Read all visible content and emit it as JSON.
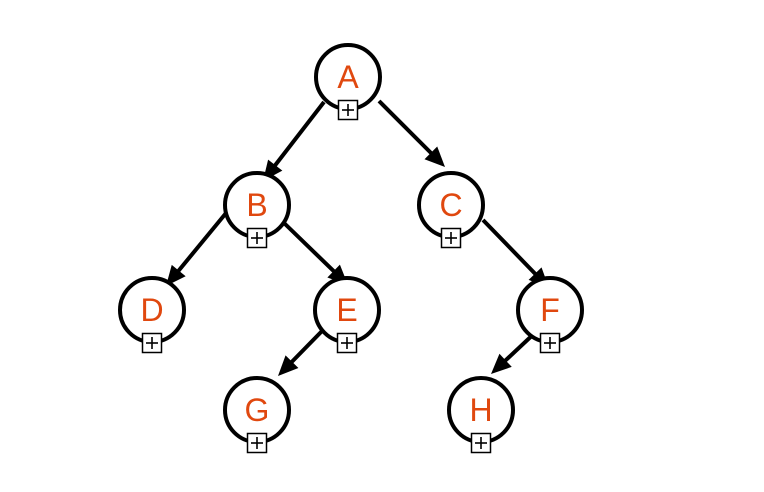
{
  "diagram": {
    "type": "binary-tree",
    "colors": {
      "node_stroke": "#000000",
      "label": "#e0480f",
      "edge": "#000000"
    },
    "nodes": [
      {
        "id": "A",
        "label": "A",
        "expand_icon": "plus-box-icon"
      },
      {
        "id": "B",
        "label": "B",
        "expand_icon": "plus-box-icon"
      },
      {
        "id": "C",
        "label": "C",
        "expand_icon": "plus-box-icon"
      },
      {
        "id": "D",
        "label": "D",
        "expand_icon": "plus-box-icon"
      },
      {
        "id": "E",
        "label": "E",
        "expand_icon": "plus-box-icon"
      },
      {
        "id": "F",
        "label": "F",
        "expand_icon": "plus-box-icon"
      },
      {
        "id": "G",
        "label": "G",
        "expand_icon": "plus-box-icon"
      },
      {
        "id": "H",
        "label": "H",
        "expand_icon": "plus-box-icon"
      }
    ],
    "edges": [
      {
        "from": "A",
        "to": "B"
      },
      {
        "from": "A",
        "to": "C"
      },
      {
        "from": "B",
        "to": "D"
      },
      {
        "from": "B",
        "to": "E"
      },
      {
        "from": "C",
        "to": "F"
      },
      {
        "from": "E",
        "to": "G"
      },
      {
        "from": "F",
        "to": "H"
      }
    ]
  }
}
